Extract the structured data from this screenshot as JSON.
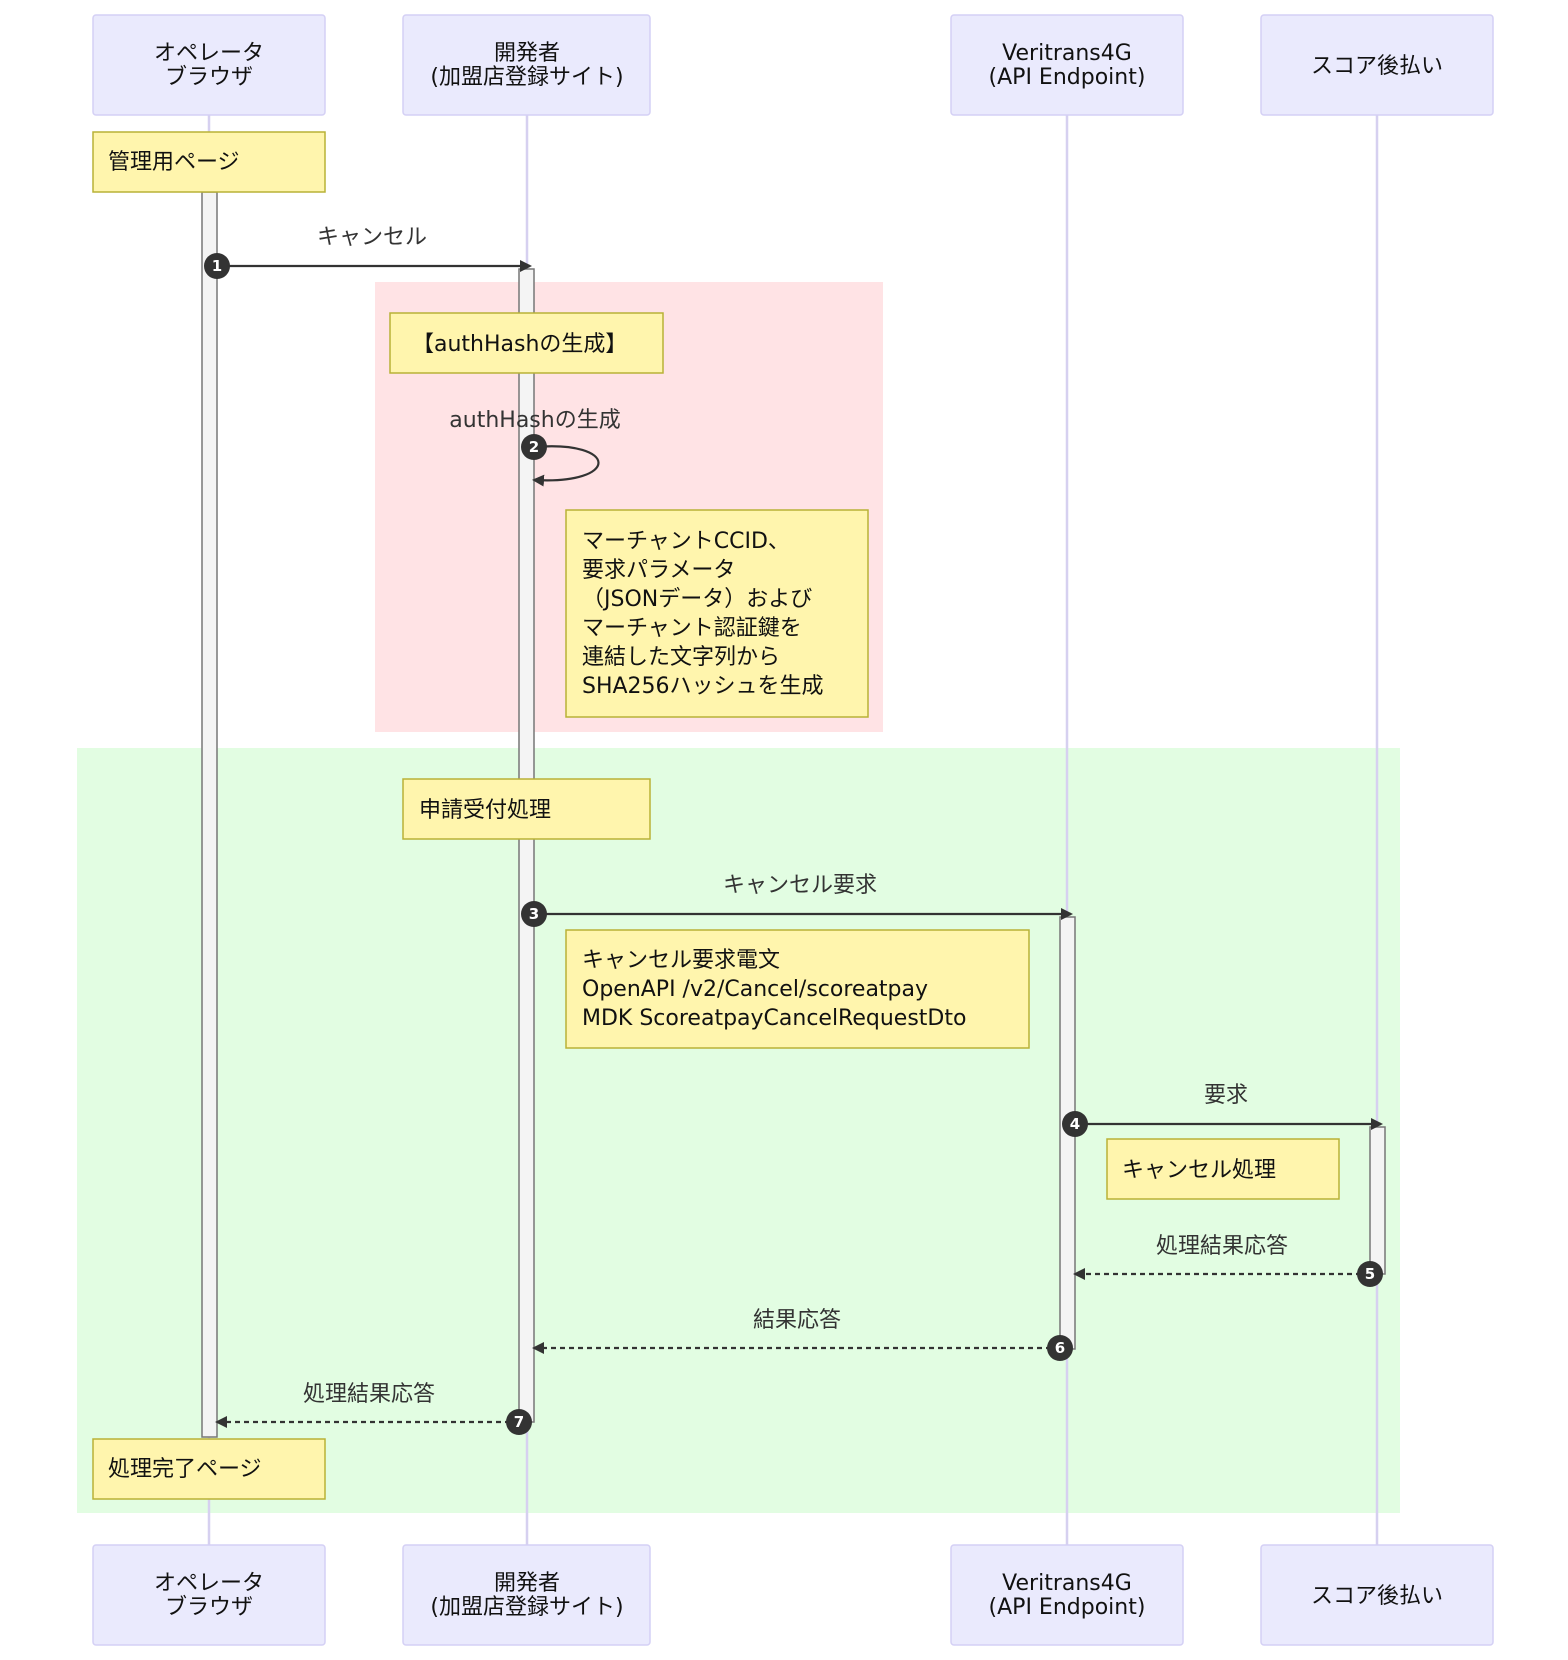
{
  "colors": {
    "actor_fill": "#eaeafd",
    "note_fill": "#fff5ad",
    "rect_auth": "#ffe3e5",
    "rect_request": "#e2fde2",
    "arrow": "#333333"
  },
  "actors": [
    {
      "id": "operator",
      "lines": [
        "オペレータ",
        "ブラウザ"
      ]
    },
    {
      "id": "developer",
      "lines": [
        "開発者",
        "(加盟店登録サイト)"
      ]
    },
    {
      "id": "veritrans",
      "lines": [
        "Veritrans4G",
        "(API Endpoint)"
      ]
    },
    {
      "id": "score",
      "lines": [
        "スコア後払い"
      ]
    }
  ],
  "notes": [
    {
      "id": "admin-page",
      "lines": [
        "管理用ページ"
      ]
    },
    {
      "id": "authhash-title",
      "lines": [
        "【authHashの生成】"
      ]
    },
    {
      "id": "authhash-detail",
      "lines": [
        "マーチャントCCID、",
        "要求パラメータ",
        "（JSONデータ）および",
        "マーチャント認証鍵を",
        "連結した文字列から",
        "SHA256ハッシュを生成"
      ]
    },
    {
      "id": "request-title",
      "lines": [
        "申請受付処理"
      ]
    },
    {
      "id": "cancel-request-detail",
      "lines": [
        "キャンセル要求電文",
        "OpenAPI /v2/Cancel/scoreatpay",
        "MDK ScoreatpayCancelRequestDto"
      ]
    },
    {
      "id": "cancel-process",
      "lines": [
        "キャンセル処理"
      ]
    },
    {
      "id": "complete-page",
      "lines": [
        "処理完了ページ"
      ]
    }
  ],
  "messages": [
    {
      "seq": "1",
      "label": "キャンセル",
      "from": "operator",
      "to": "developer",
      "type": "solid"
    },
    {
      "seq": "2",
      "label": "authHashの生成",
      "from": "developer",
      "to": "developer",
      "type": "self"
    },
    {
      "seq": "3",
      "label": "キャンセル要求",
      "from": "developer",
      "to": "veritrans",
      "type": "solid"
    },
    {
      "seq": "4",
      "label": "要求",
      "from": "veritrans",
      "to": "score",
      "type": "solid"
    },
    {
      "seq": "5",
      "label": "処理結果応答",
      "from": "score",
      "to": "veritrans",
      "type": "dashed"
    },
    {
      "seq": "6",
      "label": "結果応答",
      "from": "veritrans",
      "to": "developer",
      "type": "dashed"
    },
    {
      "seq": "7",
      "label": "処理結果応答",
      "from": "developer",
      "to": "operator",
      "type": "dashed"
    }
  ]
}
